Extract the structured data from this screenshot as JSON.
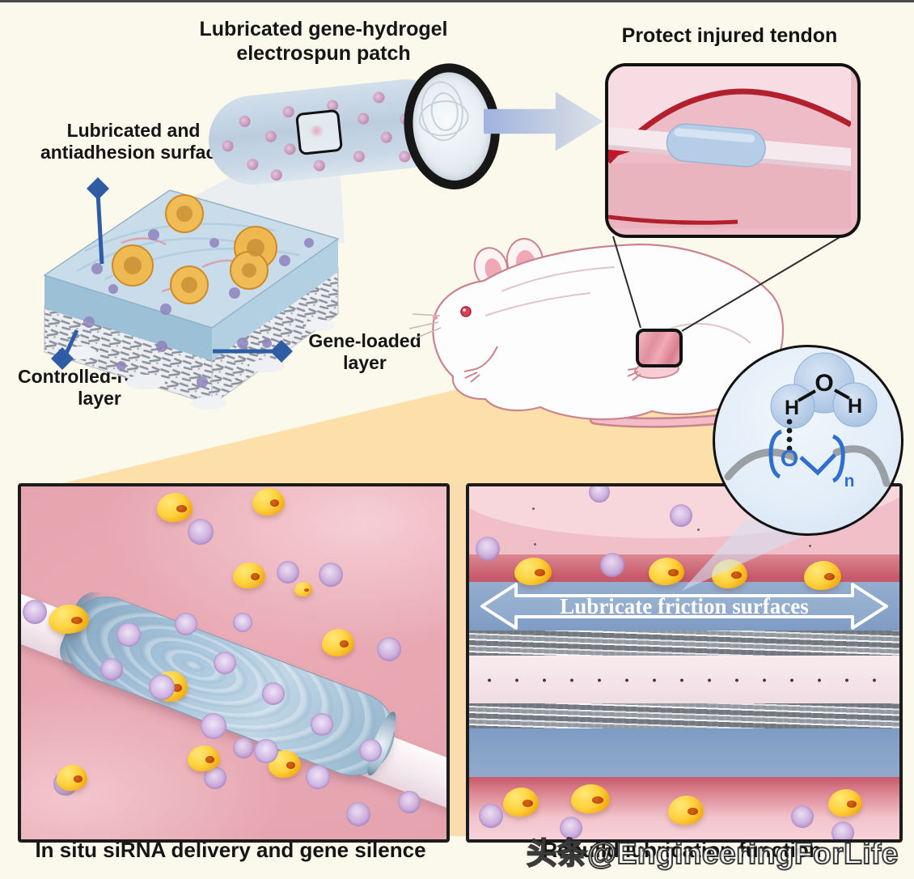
{
  "figure": {
    "top": {
      "patch_title": "Lubricated gene-hydrogel electrospun patch",
      "protect_title": "Protect injured tendon"
    },
    "labels": {
      "surface": "Lubricated and antiadhesion surface",
      "gene_loaded": "Gene-loaded layer",
      "controlled_release": "Controlled-release layer"
    },
    "molecule": {
      "water_h_left": "H",
      "water_o": "O",
      "water_h_right": "H",
      "peg_o": "O",
      "peg_subscript": "n"
    },
    "panels": {
      "left_caption": "In situ siRNA delivery and gene silence",
      "right_caption": "Rebuild lubrication function",
      "friction_arrow_label": "Lubricate friction surfaces"
    },
    "watermark": "头条@EngineeringForLife",
    "colors": {
      "background": "#fbf8ec",
      "pointer_blue": "#2e5da6",
      "peach_beam": "#fcdfa9",
      "patch_blue": "#aac8de",
      "tissue_pink": "#ecb3bc",
      "cell_yellow": "#ffd23e",
      "cell_purple": "#cbaede",
      "molecule_blue": "#2f6fd0",
      "injury_red": "#b2202e"
    }
  }
}
